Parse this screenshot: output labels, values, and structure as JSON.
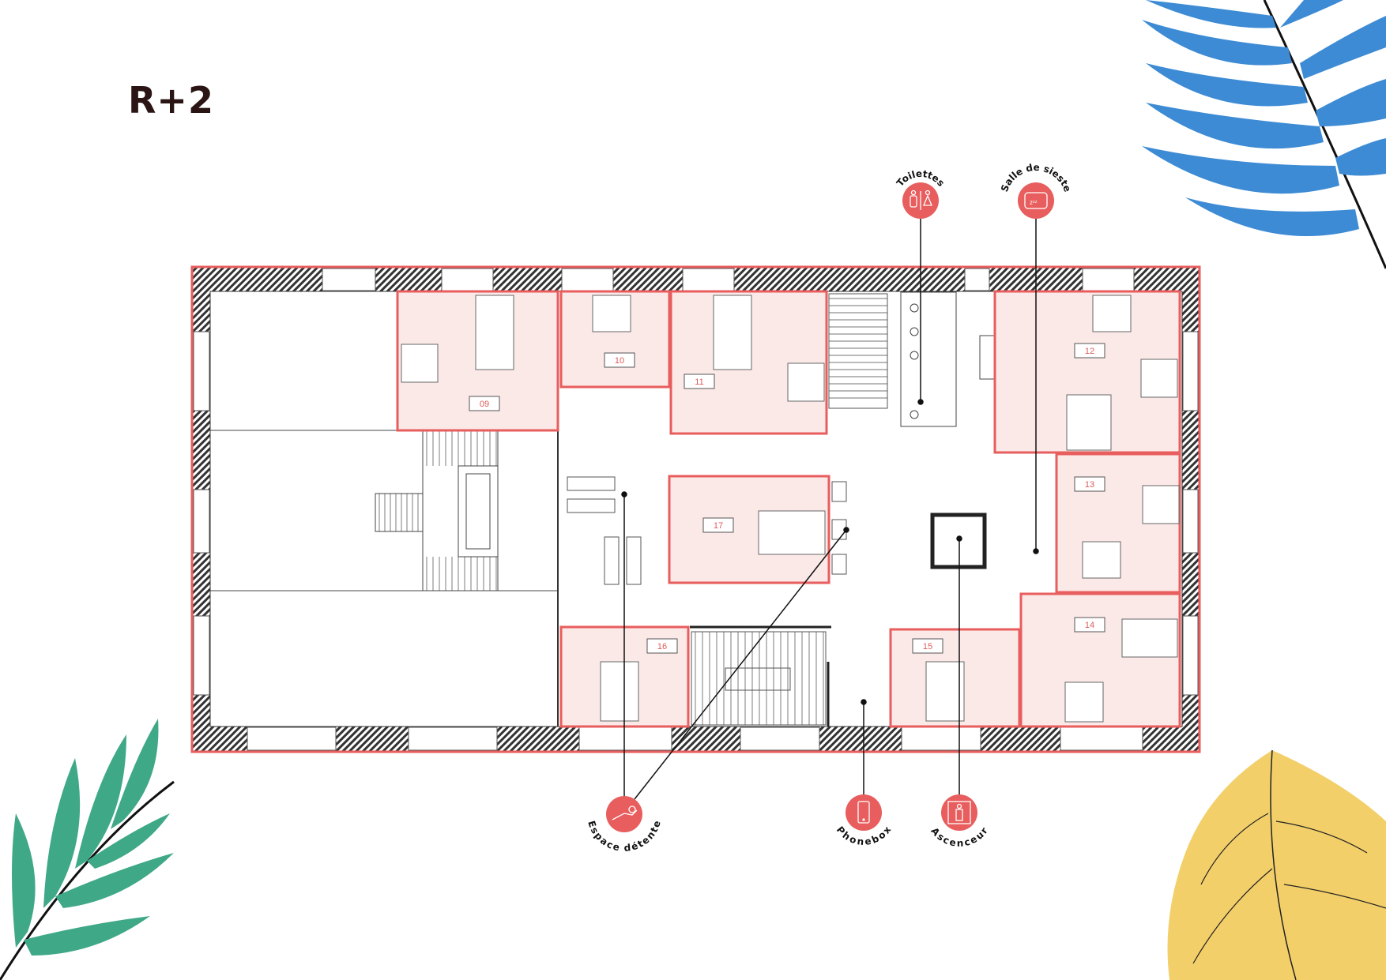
{
  "title": "R+2",
  "colors": {
    "accent": "#e85d5d",
    "room_fill": "#fbe9e8",
    "wall": "#333333",
    "leaf_blue": "#3d8bd4",
    "leaf_green": "#3fa887",
    "leaf_yellow": "#f3cf6a"
  },
  "rooms": [
    "09",
    "10",
    "11",
    "12",
    "13",
    "14",
    "15",
    "16",
    "17"
  ],
  "markers": [
    {
      "label": "Toilettes",
      "icon": "toilets-icon"
    },
    {
      "label": "Salle de sieste",
      "icon": "pillow-icon"
    },
    {
      "label": "Espace détente",
      "icon": "lounge-chair-icon"
    },
    {
      "label": "Phonebox",
      "icon": "phone-icon"
    },
    {
      "label": "Ascenceur",
      "icon": "elevator-icon"
    }
  ]
}
